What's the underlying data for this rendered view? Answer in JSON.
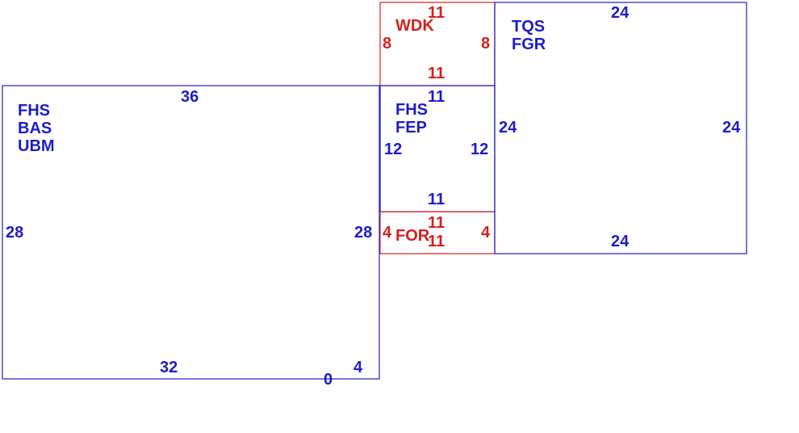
{
  "colors": {
    "blue": "#1c1cc8",
    "red": "#d42020",
    "background": "#ffffff"
  },
  "rooms": [
    {
      "id": "large-left",
      "color": "blue",
      "names": [
        "FHS",
        "BAS",
        "UBM"
      ],
      "top": "36",
      "bottom": "32",
      "left": "28",
      "right": "28",
      "extra": [
        "4",
        "0"
      ]
    },
    {
      "id": "top-middle",
      "color": "red",
      "names": [
        "WDK"
      ],
      "top": "11",
      "bottom": "11",
      "left": "8",
      "right": "8"
    },
    {
      "id": "center-middle",
      "color": "blue",
      "names": [
        "FHS",
        "FEP"
      ],
      "top": "11",
      "bottom": "11",
      "left": "12",
      "right": "12"
    },
    {
      "id": "bottom-middle",
      "color": "red",
      "names": [
        "FOR"
      ],
      "top": "11",
      "bottom": "11",
      "left": "4",
      "right": "4"
    },
    {
      "id": "right",
      "color": "blue",
      "names": [
        "TQS",
        "FGR"
      ],
      "top": "24",
      "bottom": "24",
      "left": "24",
      "right": "24"
    }
  ]
}
